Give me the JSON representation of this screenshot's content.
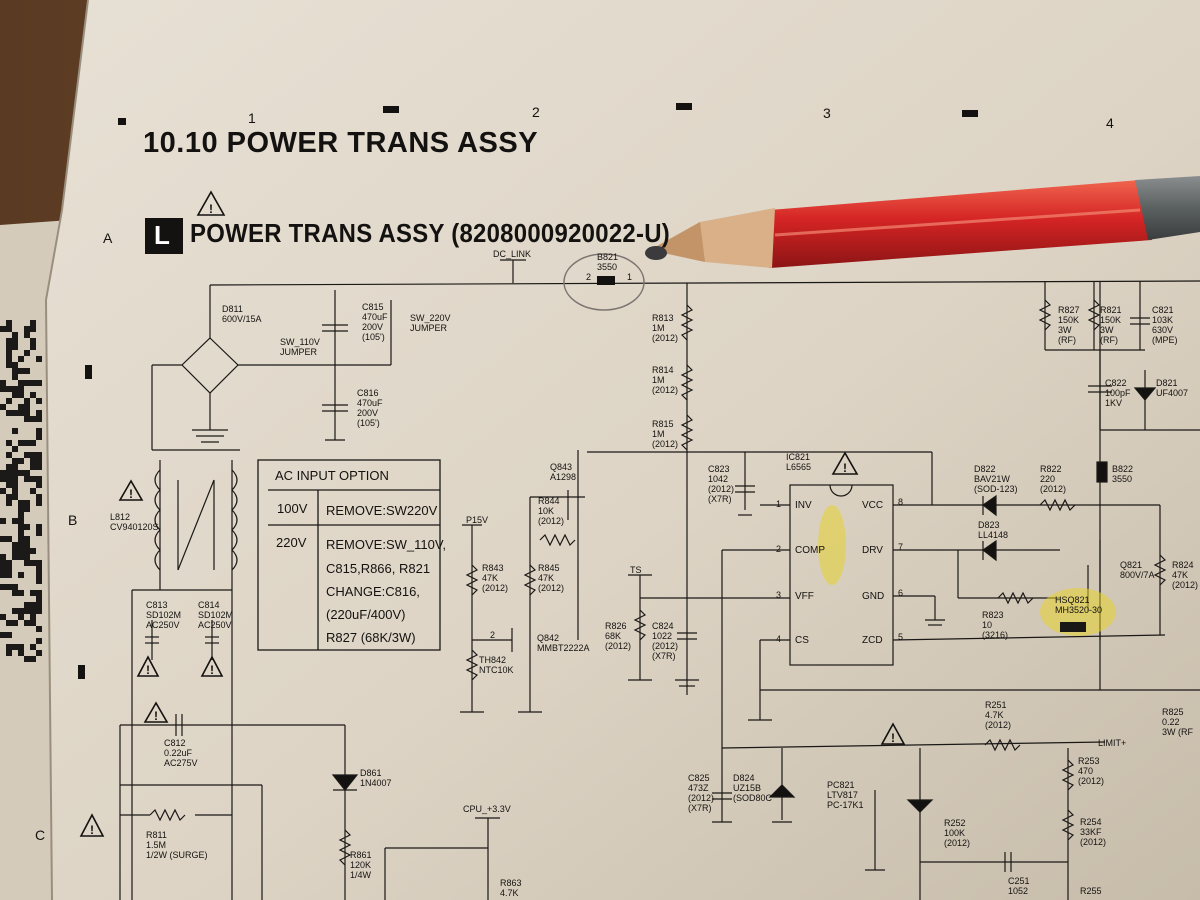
{
  "page": {
    "column_markers": [
      "1",
      "2",
      "3",
      "4"
    ],
    "row_markers": [
      "A",
      "B",
      "C"
    ],
    "section_title": "10.10  POWER TRANS ASSY",
    "badge_letter": "L",
    "assembly_title": "POWER TRANS ASSY (8208000920022-U)"
  },
  "components": [
    {
      "id": "dc_link",
      "text": [
        "DC_LINK"
      ]
    },
    {
      "id": "b821",
      "text": [
        "B821",
        "3550"
      ]
    },
    {
      "id": "b821_pins",
      "text": [
        "2",
        "1"
      ]
    },
    {
      "id": "d811",
      "text": [
        "D811",
        "600V/15A"
      ]
    },
    {
      "id": "c815",
      "text": [
        "C815",
        "470uF",
        "200V",
        "(105')"
      ]
    },
    {
      "id": "sw_220v",
      "text": [
        "SW_220V",
        "JUMPER"
      ]
    },
    {
      "id": "sw_110v",
      "text": [
        "SW_110V",
        "JUMPER"
      ]
    },
    {
      "id": "c816",
      "text": [
        "C816",
        "470uF",
        "200V",
        "(105')"
      ]
    },
    {
      "id": "r813",
      "text": [
        "R813",
        "1M",
        "(2012)"
      ]
    },
    {
      "id": "r814",
      "text": [
        "R814",
        "1M",
        "(2012)"
      ]
    },
    {
      "id": "r815",
      "text": [
        "R815",
        "1M",
        "(2012)"
      ]
    },
    {
      "id": "r827",
      "text": [
        "R827",
        "150K",
        "3W",
        "(RF)"
      ]
    },
    {
      "id": "r821",
      "text": [
        "R821",
        "150K",
        "3W",
        "(RF)"
      ]
    },
    {
      "id": "c821",
      "text": [
        "C821",
        "103K",
        "630V",
        "(MPE)"
      ]
    },
    {
      "id": "c822",
      "text": [
        "C822",
        "100pF",
        "1KV"
      ]
    },
    {
      "id": "d821",
      "text": [
        "D821",
        "UF4007"
      ]
    },
    {
      "id": "l812",
      "text": [
        "L812",
        "CV940120S"
      ]
    },
    {
      "id": "q843",
      "text": [
        "Q843",
        "A1298"
      ]
    },
    {
      "id": "r844",
      "text": [
        "R844",
        "10K",
        "(2012)"
      ]
    },
    {
      "id": "c823",
      "text": [
        "C823",
        "1042",
        "(2012)",
        "(X7R)"
      ]
    },
    {
      "id": "ic821",
      "text": [
        "IC821",
        "L6565"
      ]
    },
    {
      "id": "d822",
      "text": [
        "D822",
        "BAV21W",
        "(SOD-123)"
      ]
    },
    {
      "id": "r822",
      "text": [
        "R822",
        "220",
        "(2012)"
      ]
    },
    {
      "id": "b822",
      "text": [
        "B822",
        "3550"
      ]
    },
    {
      "id": "d823",
      "text": [
        "D823",
        "LL4148"
      ]
    },
    {
      "id": "p15v",
      "text": [
        "P15V"
      ]
    },
    {
      "id": "r843",
      "text": [
        "R843",
        "47K",
        "(2012)"
      ]
    },
    {
      "id": "r845",
      "text": [
        "R845",
        "47K",
        "(2012)"
      ]
    },
    {
      "id": "ts",
      "text": [
        "TS"
      ]
    },
    {
      "id": "q821",
      "text": [
        "Q821",
        "800V/7A"
      ]
    },
    {
      "id": "r824",
      "text": [
        "R824",
        "47K",
        "(2012)"
      ]
    },
    {
      "id": "hs",
      "text": [
        "HSQ821",
        "MH3520-30"
      ]
    },
    {
      "id": "r823",
      "text": [
        "R823",
        "10",
        "(3216)"
      ]
    },
    {
      "id": "c813",
      "text": [
        "C813",
        "SD102M",
        "AC250V"
      ]
    },
    {
      "id": "c814",
      "text": [
        "C814",
        "SD102M",
        "AC250V"
      ]
    },
    {
      "id": "r826",
      "text": [
        "R826",
        "68K",
        "(2012)"
      ]
    },
    {
      "id": "c824",
      "text": [
        "C824",
        "1022",
        "(2012)",
        "(X7R)"
      ]
    },
    {
      "id": "q842",
      "text": [
        "Q842",
        "MMBT2222A"
      ]
    },
    {
      "id": "th842",
      "text": [
        "TH842",
        "NTC10K"
      ]
    },
    {
      "id": "c812",
      "text": [
        "C812",
        "0.22uF",
        "AC275V"
      ]
    },
    {
      "id": "r251",
      "text": [
        "R251",
        "4.7K",
        "(2012)"
      ]
    },
    {
      "id": "r825",
      "text": [
        "R825",
        "0.22",
        "3W  (RF"
      ]
    },
    {
      "id": "limit",
      "text": [
        "LIMIT+"
      ]
    },
    {
      "id": "d861",
      "text": [
        "D861",
        "1N4007"
      ]
    },
    {
      "id": "c825",
      "text": [
        "C825",
        "473Z",
        "(2012)",
        "(X7R)"
      ]
    },
    {
      "id": "d824",
      "text": [
        "D824",
        "UZ15B",
        "(SOD80C"
      ]
    },
    {
      "id": "pc821",
      "text": [
        "PC821",
        "LTV817",
        "PC-17K1"
      ]
    },
    {
      "id": "r253",
      "text": [
        "R253",
        "470",
        "(2012)"
      ]
    },
    {
      "id": "r254",
      "text": [
        "R254",
        "33KF",
        "(2012)"
      ]
    },
    {
      "id": "r252",
      "text": [
        "R252",
        "100K",
        "(2012)"
      ]
    },
    {
      "id": "c251",
      "text": [
        "C251",
        "1052"
      ]
    },
    {
      "id": "r255",
      "text": [
        "R255"
      ]
    },
    {
      "id": "cpu33",
      "text": [
        "CPU_+3.3V"
      ]
    },
    {
      "id": "r811",
      "text": [
        "R811",
        "1.5M",
        "1/2W    (SURGE)"
      ]
    },
    {
      "id": "r861",
      "text": [
        "R861",
        "120K",
        "1/4W"
      ]
    },
    {
      "id": "r863",
      "text": [
        "R863",
        "4.7K"
      ]
    }
  ],
  "ic_pins": {
    "left_numbers": [
      "1",
      "2",
      "3",
      "4"
    ],
    "left_names": [
      "INV",
      "COMP",
      "VFF",
      "CS"
    ],
    "right_numbers": [
      "8",
      "7",
      "6",
      "5"
    ],
    "right_names": [
      "VCC",
      "DRV",
      "GND",
      "ZCD"
    ],
    "q842_pin": "2"
  },
  "ac_input_table": {
    "title": "AC INPUT  OPTION",
    "rows": [
      {
        "voltage": "100V",
        "lines": [
          "REMOVE:SW220V"
        ]
      },
      {
        "voltage": "220V",
        "lines": [
          "REMOVE:SW_110V,",
          "C815,R866,  R821",
          "CHANGE:C816,",
          "(220uF/400V)",
          "R827  (68K/3W)"
        ]
      }
    ]
  },
  "colors": {
    "paper": "#dcd3c4",
    "ink": "#141210",
    "pencil_body": "#d42424",
    "highlight": "#e6d22e",
    "wood": "#6b4a30"
  }
}
